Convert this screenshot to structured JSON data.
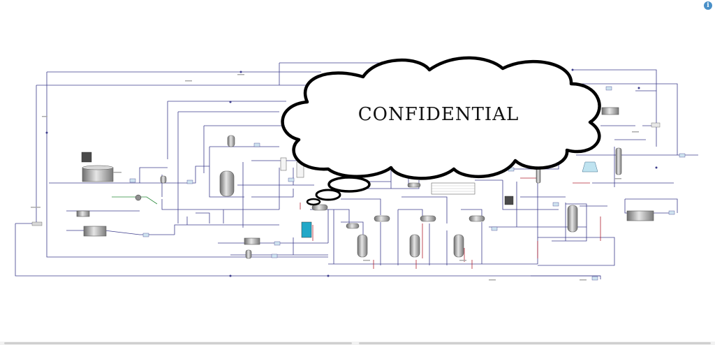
{
  "overlay": {
    "watermark_text": "CONFIDENTIAL"
  },
  "toolbar": {
    "info_glyph": "i"
  },
  "colors": {
    "pipe": "#3c3c8c",
    "pipe_red": "#b02030",
    "pipe_green": "#2a8a3a",
    "cloud_outline": "#000000",
    "info_button": "#4a90c8"
  },
  "icons": [
    "info-icon",
    "cloud-callout"
  ]
}
